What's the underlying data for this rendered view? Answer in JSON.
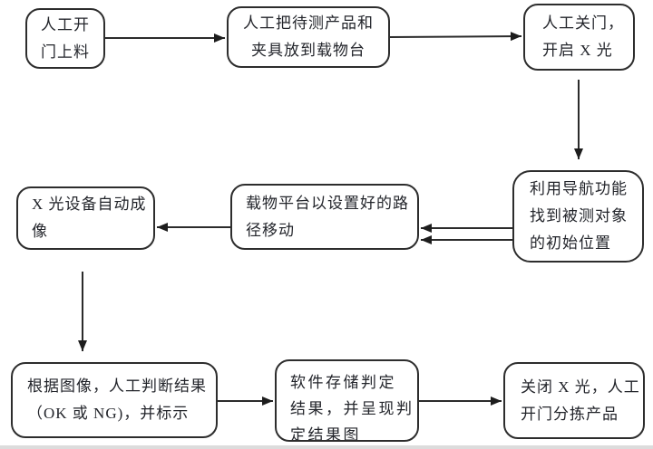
{
  "diagram": {
    "type": "flowchart",
    "background_color": "#ffffff",
    "line_color": "#2b2b2b",
    "box_border_color": "#2d2d2d",
    "text_color": "#23252b",
    "nodes": [
      {
        "id": "manual-load",
        "label": "人工开\n门上料"
      },
      {
        "id": "place-product",
        "label": "人工把待测产品和\n夹具放到载物台"
      },
      {
        "id": "close-door-xray-on",
        "label": "人工关门，\n开启 X 光"
      },
      {
        "id": "navigate-initial",
        "label": "利用导航功能\n找到被测对象\n的初始位置"
      },
      {
        "id": "stage-moves-path",
        "label": "载物平台以设置好的路\n径移动"
      },
      {
        "id": "xray-auto-imaging",
        "label": "X 光设备自动成\n像"
      },
      {
        "id": "manual-judge-result",
        "label": "根据图像，人工判断结果\n（OK 或 NG)，并标示"
      },
      {
        "id": "software-store-result",
        "label": "软件存储判定\n结果，并呈现判\n定结果图"
      },
      {
        "id": "xray-off-sort",
        "label": "关闭 X 光，人工\n开门分拣产品"
      }
    ],
    "edges": [
      {
        "from": "manual-load",
        "to": "place-product",
        "style": "single"
      },
      {
        "from": "place-product",
        "to": "close-door-xray-on",
        "style": "single"
      },
      {
        "from": "close-door-xray-on",
        "to": "navigate-initial",
        "style": "single"
      },
      {
        "from": "navigate-initial",
        "to": "stage-moves-path",
        "style": "double"
      },
      {
        "from": "stage-moves-path",
        "to": "xray-auto-imaging",
        "style": "single"
      },
      {
        "from": "xray-auto-imaging",
        "to": "manual-judge-result",
        "style": "single"
      },
      {
        "from": "manual-judge-result",
        "to": "software-store-result",
        "style": "single"
      },
      {
        "from": "software-store-result",
        "to": "xray-off-sort",
        "style": "single"
      }
    ]
  }
}
